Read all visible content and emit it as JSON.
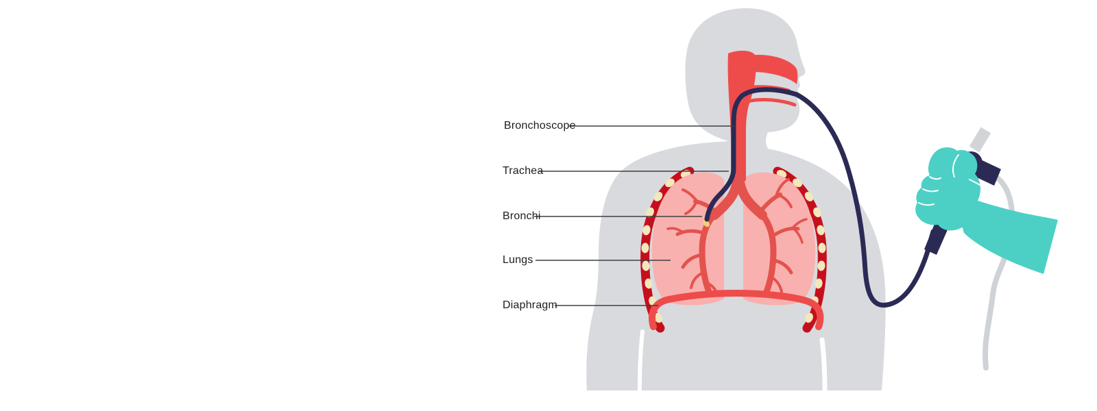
{
  "figure": {
    "type": "medical-illustration",
    "subject": "Bronchoscopy procedure diagram",
    "labels": [
      {
        "id": "bronchoscope",
        "text": "Bronchoscope"
      },
      {
        "id": "trachea",
        "text": "Trachea"
      },
      {
        "id": "bronchi",
        "text": "Bronchi"
      },
      {
        "id": "lungs",
        "text": "Lungs"
      },
      {
        "id": "diaphragm",
        "text": "Diaphragm"
      }
    ]
  },
  "colors": {
    "background": "#ffffff",
    "body": "#d8dade",
    "lung_pink": "#f8b1ae",
    "airway_red": "#ee4c4b",
    "branch_red": "#e4524e",
    "rib_dark_red": "#c50f1d",
    "rib_dot_cream": "#f2e8bc",
    "scope_navy": "#2b2a55",
    "glove_teal": "#4cd0c5",
    "cable_gray": "#cfd2d6",
    "stub_gray": "#d2d4d8",
    "light_tip_yellow": "#f0d078",
    "label_text": "#1d1d1f",
    "label_line": "#3f3f41"
  }
}
